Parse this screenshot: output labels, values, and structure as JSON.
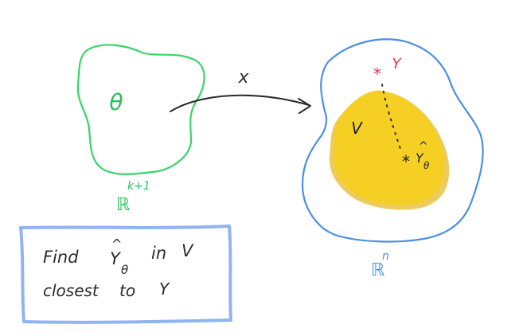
{
  "colors": {
    "theta_region": "#37d46a",
    "theta_label": "#2bbf5a",
    "rk_label": "#27c35c",
    "mapping_arrow": "#2b2b2b",
    "mapping_label": "#2b2b2b",
    "rn_region": "#4b8fe2",
    "rn_label": "#4b8fe2",
    "v_region_fill": "#f6cf25",
    "v_region_shadow": "#e6b71a",
    "y_point": "#ea2d4a",
    "yhat_point": "#1f1f1f",
    "dotted_line": "#333333",
    "note_box": "#7da7ee",
    "note_text": "#2a2a2a"
  },
  "labels": {
    "theta": "θ",
    "mapping": "x",
    "domain_base": "ℝ",
    "domain_exp": "k+1",
    "codomain_base": "ℝ",
    "codomain_exp": "n",
    "subspace": "V",
    "y": "Y",
    "yhat_star": "*",
    "y_star": "*",
    "yhat_hat": "^",
    "yhat_base": "Y",
    "yhat_sub": "θ"
  },
  "note": {
    "w_find": "Find",
    "w_hat": "^",
    "w_y": "Y",
    "w_sub": "θ",
    "w_in": "in",
    "w_v": "V",
    "w_closest": "closest",
    "w_to": "to",
    "w_y2": "Y"
  },
  "icons": {
    "arrow": "arrow-right-icon",
    "star": "star-marker-icon"
  }
}
